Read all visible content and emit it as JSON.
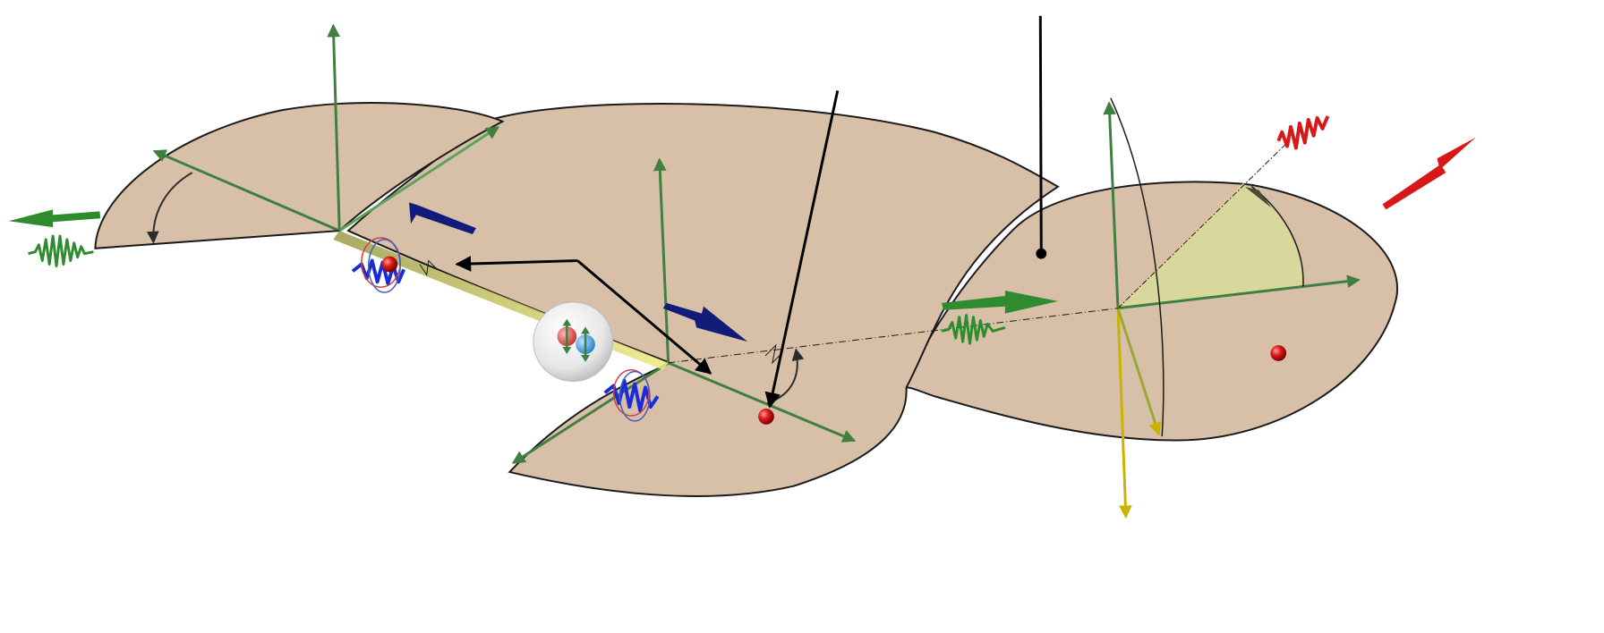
{
  "figure": {
    "background": "#ffffff",
    "colors": {
      "plane_fill": "#d7bfa8",
      "plane_stroke": "#1a1a1a",
      "axis_green": "#3f7f3f",
      "axis_green_light": "#5aa35a",
      "axis_yellow": "#c8b400",
      "photon_green": "#2e8b2e",
      "photon_blue": "#1c2bd8",
      "photon_red": "#d81818",
      "node_red": "#d61a1a",
      "arrow_navy": "#121a7a",
      "pointer_black": "#000000",
      "angle_fill": "#d9d89c",
      "beam_yellow": "#e8e070",
      "sphere_grey": "#d9d9d9"
    },
    "icons": [
      "node-sphere",
      "photon-wavepacket",
      "bell-pair-sphere",
      "direction-arrow",
      "angle-arc"
    ]
  }
}
